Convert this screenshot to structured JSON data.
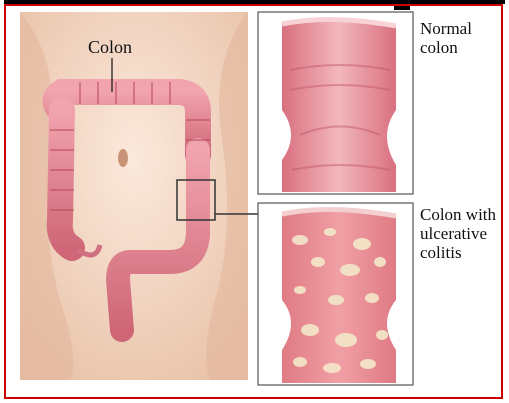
{
  "labels": {
    "colon": "Colon",
    "normal": [
      "Normal",
      "colon"
    ],
    "ulcerative": [
      "Colon with",
      "ulcerative",
      "colitis"
    ]
  },
  "colors": {
    "border": "#cc0000",
    "skin": "#f4d9c6",
    "colon": "#e58a97",
    "colon_dark": "#b8485c",
    "inflamed_spots": "#f3e6c8"
  },
  "icons": [
    "abdomen-illustration",
    "normal-colon-illustration",
    "ulcerative-colitis-illustration",
    "callout-box"
  ]
}
